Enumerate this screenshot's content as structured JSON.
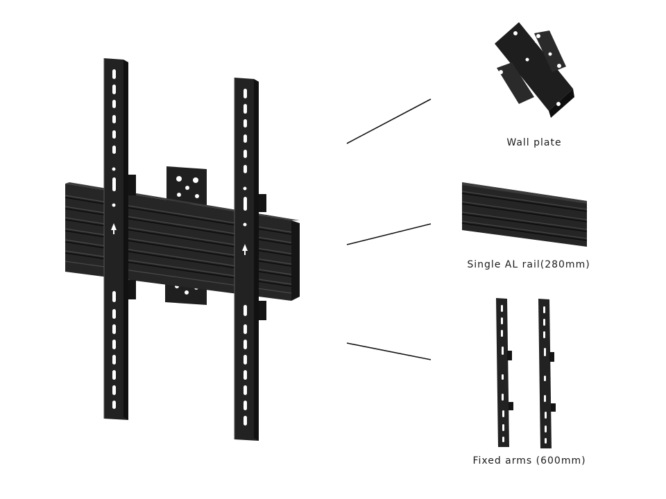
{
  "components": [
    {
      "name": "wall-plate",
      "label": "Wall plate"
    },
    {
      "name": "single-al-rail",
      "label": "Single AL rail(280mm)"
    },
    {
      "name": "fixed-arms",
      "label": "Fixed arms (600mm)"
    }
  ],
  "colors": {
    "metal_dark": "#1c1c1c",
    "metal_mid": "#2b2b2b",
    "metal_light": "#3d3d3d",
    "highlight": "#6a6a6a",
    "hole": "#ffffff",
    "line": "#111111"
  }
}
